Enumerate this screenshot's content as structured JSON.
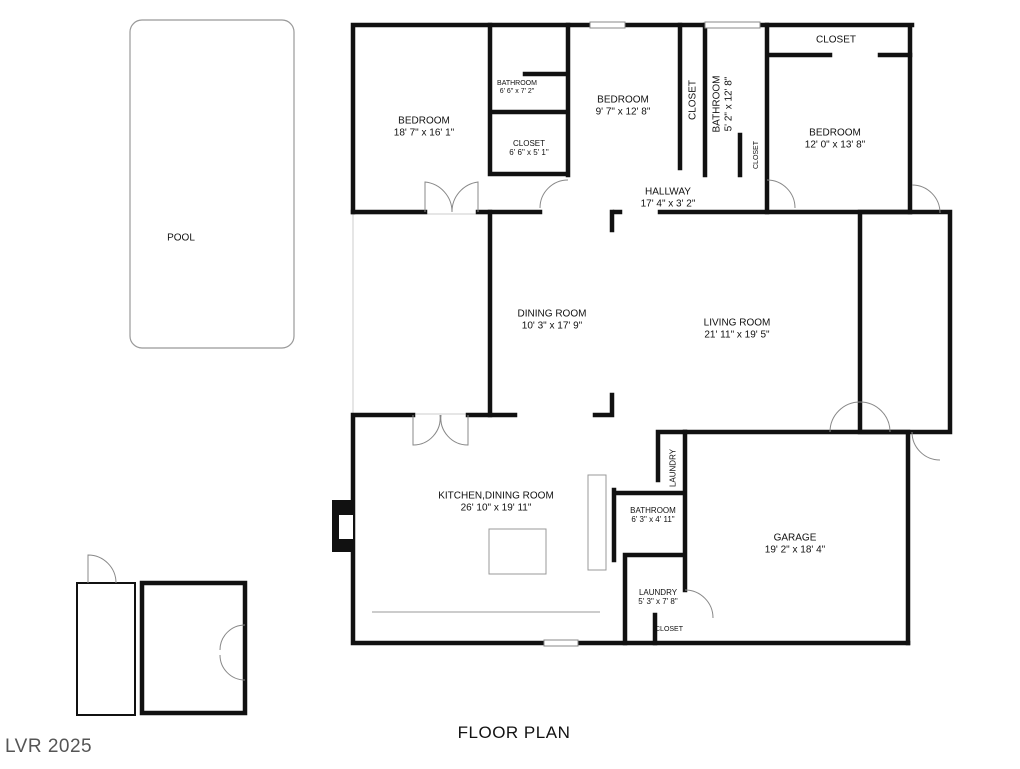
{
  "title": "FLOOR PLAN",
  "watermark": "LVR 2025",
  "rooms": [
    {
      "name": "POOL",
      "dims": ""
    },
    {
      "name": "BEDROOM",
      "dims": "18' 7\" x 16' 1\""
    },
    {
      "name": "BATHROOM",
      "dims": "6' 6\" x 7' 2\""
    },
    {
      "name": "CLOSET",
      "dims": "6' 6\" x 5' 1\""
    },
    {
      "name": "BEDROOM",
      "dims": "9' 7\" x 12' 8\""
    },
    {
      "name": "CLOSET",
      "dims": ""
    },
    {
      "name": "BATHROOM",
      "dims": "5' 2\" x 12' 8\""
    },
    {
      "name": "CLOSET",
      "dims": ""
    },
    {
      "name": "CLOSET",
      "dims": ""
    },
    {
      "name": "BEDROOM",
      "dims": "12' 0\" x 13' 8\""
    },
    {
      "name": "HALLWAY",
      "dims": "17' 4\" x 3' 2\""
    },
    {
      "name": "DINING ROOM",
      "dims": "10' 3\" x 17' 9\""
    },
    {
      "name": "LIVING ROOM",
      "dims": "21' 11\" x 19' 5\""
    },
    {
      "name": "KITCHEN,DINING ROOM",
      "dims": "26' 10\" x 19' 11\""
    },
    {
      "name": "LAUNDRY",
      "dims": ""
    },
    {
      "name": "BATHROOM",
      "dims": "6' 3\" x 4' 11\""
    },
    {
      "name": "LAUNDRY",
      "dims": "5' 3\" x 7' 8\""
    },
    {
      "name": "CLOSET",
      "dims": ""
    },
    {
      "name": "GARAGE",
      "dims": "19' 2\" x 18' 4\""
    }
  ]
}
